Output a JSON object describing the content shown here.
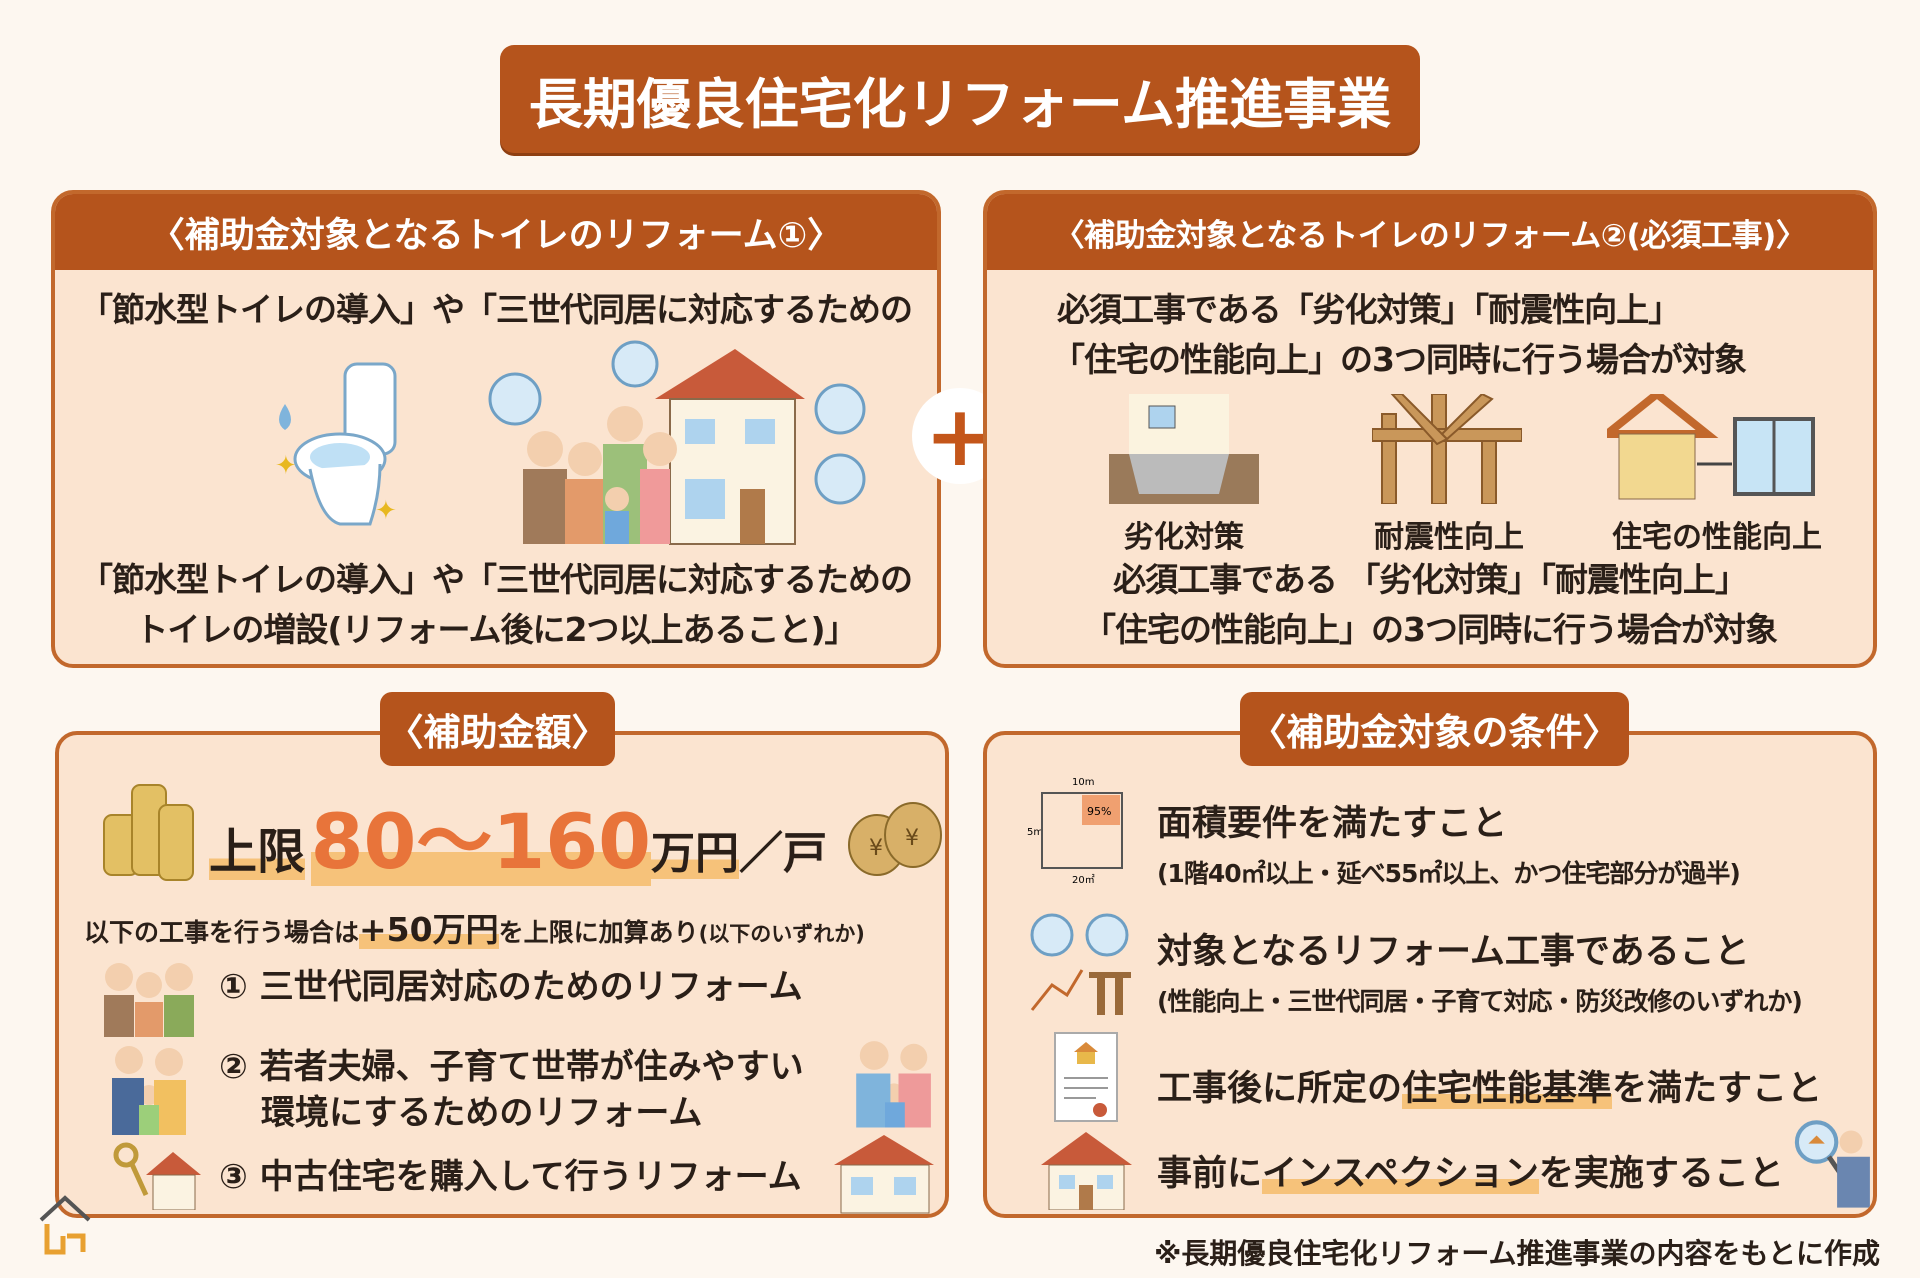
{
  "title": "長期優良住宅化リフォーム推進事業",
  "panel1": {
    "header": "〈補助金対象となるトイレのリフォーム①〉",
    "line_top": "「節水型トイレの導入」や「三世代同居に対応するための",
    "line_bottom_1": "「節水型トイレの導入」や「三世代同居に対応するための",
    "line_bottom_2": "トイレの増設(リフォーム後に2つ以上あること)」"
  },
  "plus": "+",
  "panel2": {
    "header": "〈補助金対象となるトイレのリフォーム②(必須工事)〉",
    "line_top_1": "必須工事である「劣化対策」「耐震性向上」",
    "line_top_2": "「住宅の性能向上」の3つ同時に行う場合が対象",
    "labels": [
      "劣化対策",
      "耐震性向上",
      "住宅の性能向上"
    ],
    "line_bottom_1": "必須工事である 「劣化対策」「耐震性向上」",
    "line_bottom_2": "「住宅の性能向上」の3つ同時に行う場合が対象"
  },
  "panel3": {
    "tab": "〈補助金額〉",
    "limit_prefix": "上限",
    "limit_amount": "80〜160",
    "limit_unit": "万円",
    "limit_per": "／戸",
    "bonus_prefix": "以下の工事を行う場合は",
    "bonus_amount": "+50万円",
    "bonus_suffix": "を上限に加算あり",
    "bonus_note": "(以下のいずれか)",
    "items": [
      {
        "num": "①",
        "text": "三世代同居対応のためのリフォーム"
      },
      {
        "num": "②",
        "text": "若者夫婦、子育て世帯が住みやすい",
        "text2": "環境にするためのリフォーム"
      },
      {
        "num": "③",
        "text": "中古住宅を購入して行うリフォーム"
      }
    ]
  },
  "panel4": {
    "tab": "〈補助金対象の条件〉",
    "floorplan": {
      "top": "10m",
      "side": "5m",
      "bottom": "20㎡",
      "pct": "95%"
    },
    "conditions": [
      {
        "pre": "面積要件を満たすこと",
        "hl": "",
        "post": "",
        "sub": "(1階40㎡以上・延べ55㎡以上、かつ住宅部分が過半)"
      },
      {
        "pre": "対象となるリフォーム工事であること",
        "hl": "",
        "post": "",
        "sub": "(性能向上・三世代同居・子育て対応・防災改修のいずれか)"
      },
      {
        "pre": "工事後に所定の",
        "hl": "住宅性能基準",
        "post": "を満たすこと",
        "sub": ""
      },
      {
        "pre": "事前に",
        "hl": "インスペクション",
        "post": "を実施すること",
        "sub": ""
      }
    ]
  },
  "footnote": "※長期優良住宅化リフォーム推進事業の内容をもとに作成",
  "colors": {
    "header": "#b5541c",
    "panel": "#fbe4d0",
    "border": "#c2682c",
    "accent": "#e8743a",
    "highlight": "#f6c27a"
  }
}
